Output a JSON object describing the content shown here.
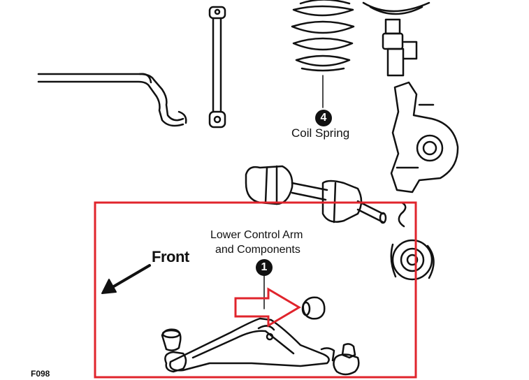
{
  "labels": {
    "coil_spring": "Coil Spring",
    "lower_control_arm_line1": "Lower Control Arm",
    "lower_control_arm_line2": "and Components",
    "front": "Front",
    "figure_code": "F098"
  },
  "callouts": {
    "coil_spring_number": "4",
    "lower_control_arm_number": "1"
  },
  "colors": {
    "highlight_box": "#e0242c",
    "pointer_arrow": "#e0242c",
    "line_art": "#111111"
  }
}
